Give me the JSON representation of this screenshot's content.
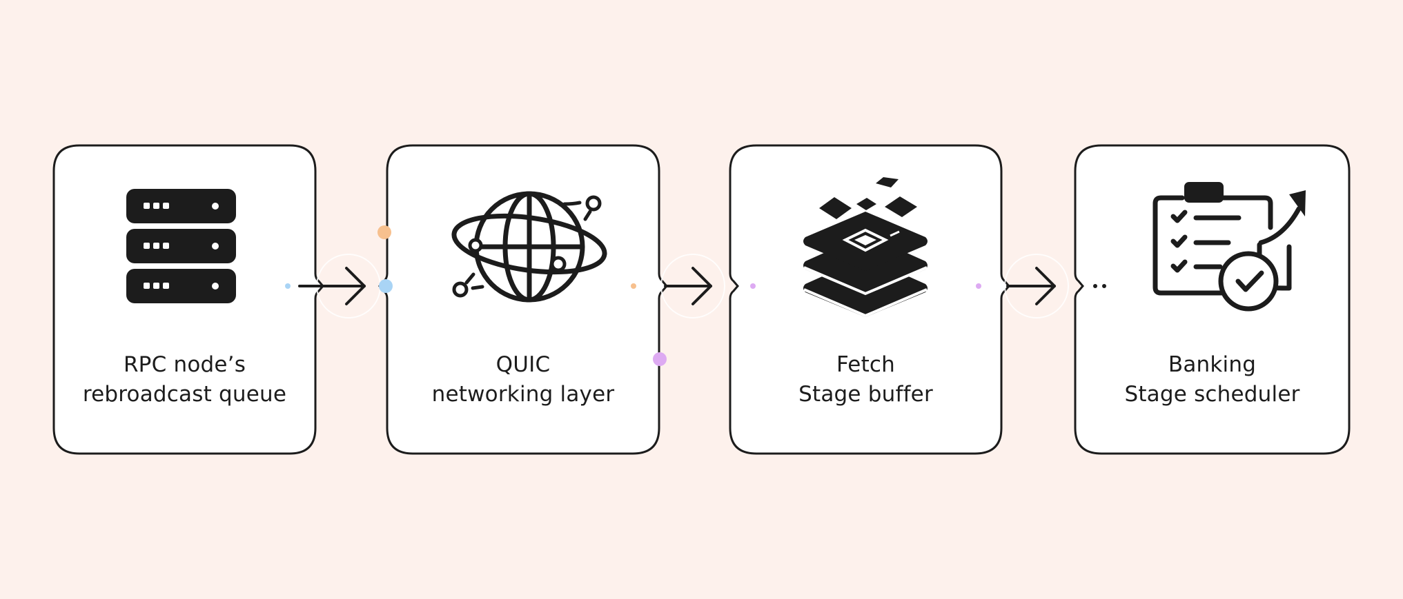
{
  "stages": [
    {
      "icon": "server-rack-icon",
      "line1": "RPC node’s",
      "line2": "rebroadcast queue"
    },
    {
      "icon": "globe-network-icon",
      "line1": "QUIC",
      "line2": "networking layer"
    },
    {
      "icon": "stacked-layers-icon",
      "line1": "Fetch",
      "line2": "Stage buffer"
    },
    {
      "icon": "clipboard-checklist-icon",
      "line1": "Banking",
      "line2": "Stage scheduler"
    }
  ],
  "colors": {
    "background": "#fdf1ec",
    "card": "#ffffff",
    "ink": "#1c1c1c",
    "dot_blue": "#a9d4f5",
    "dot_orange": "#f7c08e",
    "dot_purple": "#ddaaf2"
  }
}
